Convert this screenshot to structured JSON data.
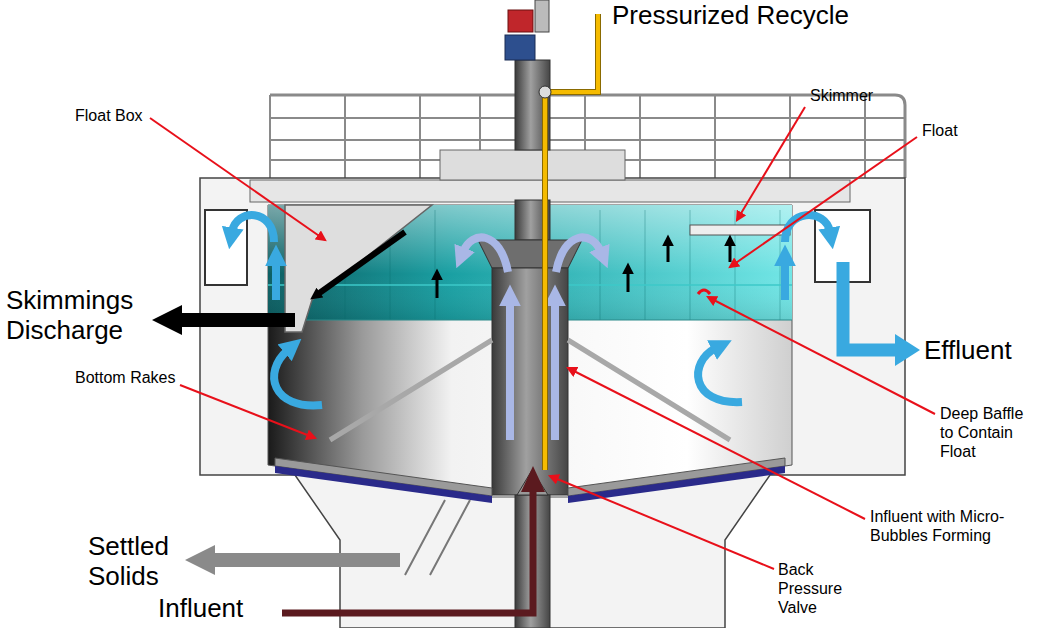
{
  "diagram": {
    "labels": [
      "Pressurized Recycle",
      "Float Box",
      "Skimmer",
      "Float",
      "Skimmings Discharge",
      "Effluent",
      "Deep Baffle to Contain Float",
      "Bottom Rakes",
      "Influent with Micro-Bubbles Forming",
      "Settled Solids",
      "Back Pressure Valve",
      "Influent"
    ]
  }
}
